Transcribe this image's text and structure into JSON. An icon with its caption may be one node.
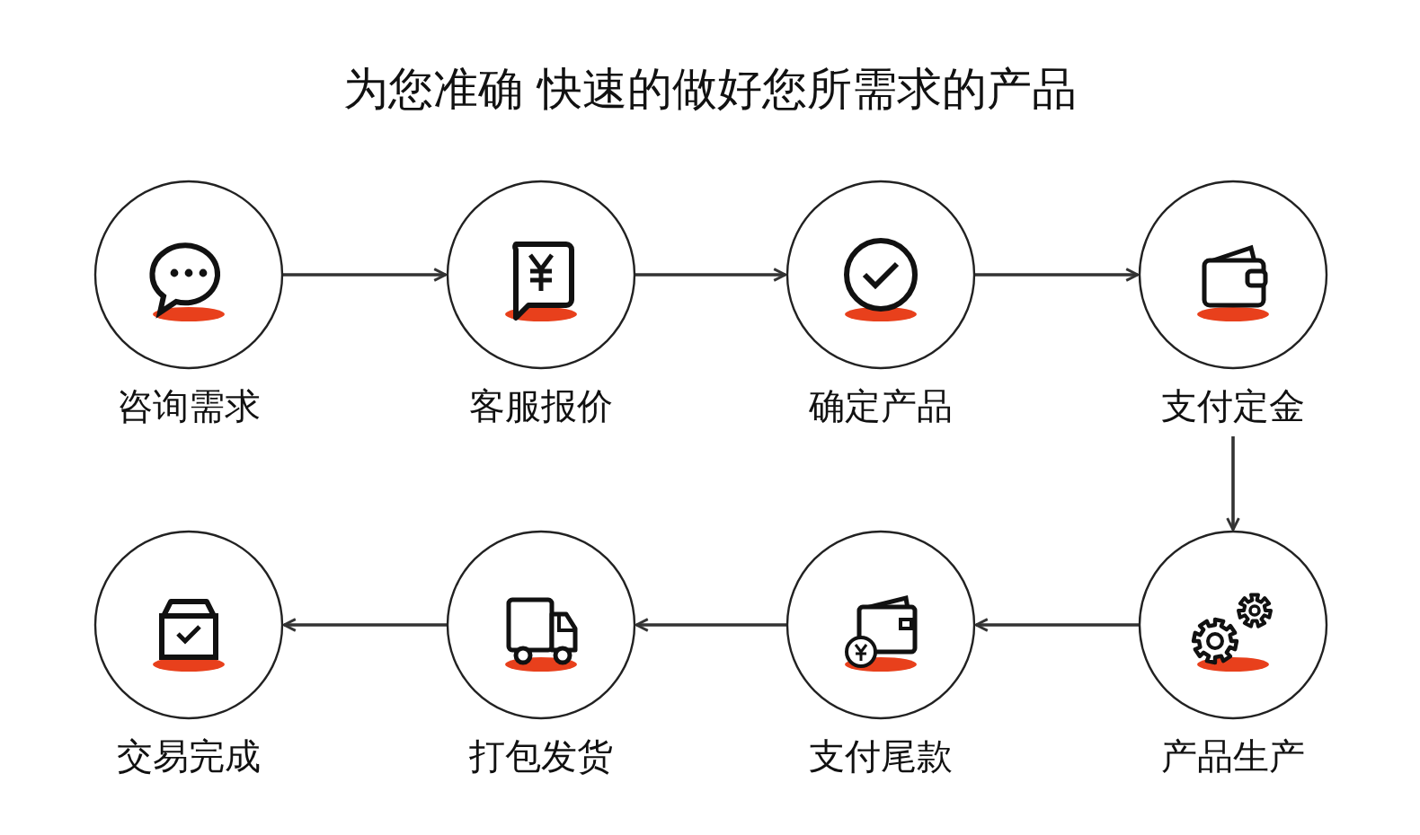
{
  "diagram": {
    "title": "为您准确 快速的做好您所需求的产品",
    "nodes": [
      {
        "text": [
          "咨询需求"
        ]
      },
      {
        "text": [
          "客服报价"
        ]
      },
      {
        "text": [
          "确定产品"
        ]
      },
      {
        "text": [
          "支付定金"
        ]
      },
      {
        "text": [
          "交易完成"
        ]
      },
      {
        "text": [
          "打包发货"
        ]
      },
      {
        "text": [
          "支付尾款"
        ]
      },
      {
        "text": [
          "产品生产"
        ]
      }
    ],
    "edges": [
      {
        "from": 0,
        "to": 1,
        "arrow": "to"
      },
      {
        "from": 1,
        "to": 2,
        "arrow": "to"
      },
      {
        "from": 2,
        "to": 3,
        "arrow": "to"
      },
      {
        "from": 3,
        "to": 7,
        "arrow": "to"
      },
      {
        "from": 7,
        "to": 6,
        "arrow": "to"
      },
      {
        "from": 6,
        "to": 5,
        "arrow": "to"
      },
      {
        "from": 5,
        "to": 4,
        "arrow": "to"
      }
    ]
  }
}
